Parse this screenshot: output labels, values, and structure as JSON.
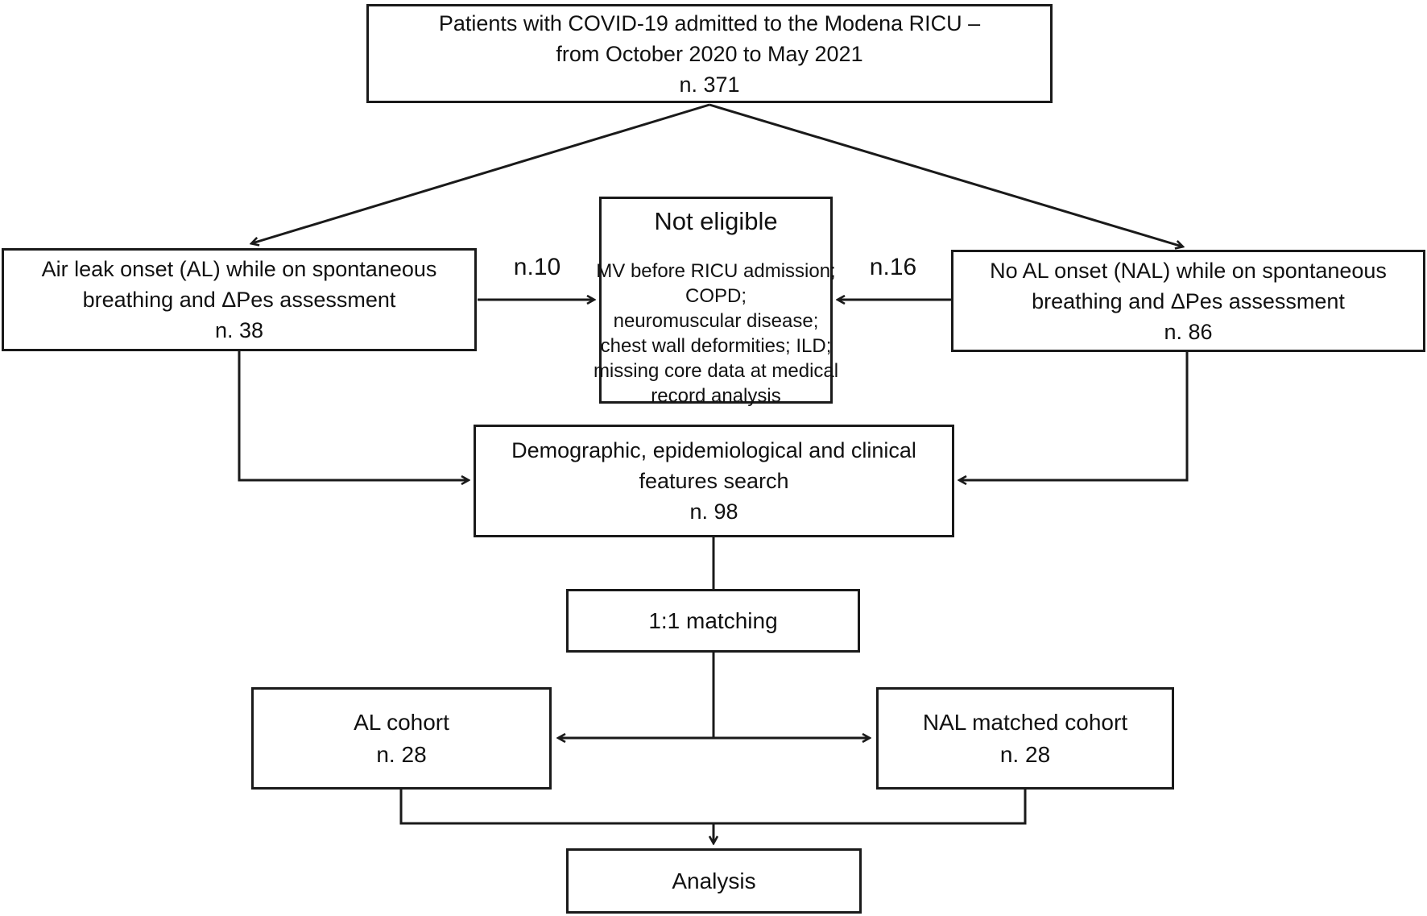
{
  "diagram": {
    "boxes": {
      "top": {
        "lines": [
          "Patients with COVID-19 admitted to the Modena RICU –",
          "from October 2020 to May 2021",
          "n. 371"
        ]
      },
      "al": {
        "lines": [
          "Air leak onset (AL) while on spontaneous",
          "breathing and ΔPes assessment",
          "n. 38"
        ]
      },
      "not_eligible": {
        "title": "Not eligible",
        "lines": [
          "MV before RICU admission;",
          "COPD;",
          "neuromuscular disease;",
          "chest wall deformities; ILD;",
          "missing core data at medical",
          "record analysis"
        ]
      },
      "nal": {
        "lines": [
          "No AL onset (NAL) while on spontaneous",
          "breathing and ΔPes assessment",
          "n. 86"
        ]
      },
      "demographic": {
        "lines": [
          "Demographic, epidemiological and clinical",
          "features search",
          "n. 98"
        ]
      },
      "matching": {
        "label": "1:1 matching"
      },
      "al_cohort": {
        "lines": [
          "AL cohort",
          "n. 28"
        ]
      },
      "nal_cohort": {
        "lines": [
          "NAL matched cohort",
          "n. 28"
        ]
      },
      "analysis": {
        "label": "Analysis"
      }
    },
    "edge_labels": {
      "excluded_al": "n.10",
      "excluded_nal": "n.16"
    },
    "colors": {
      "line": "#1a1a1a",
      "text": "#111111",
      "background": "#ffffff"
    }
  }
}
